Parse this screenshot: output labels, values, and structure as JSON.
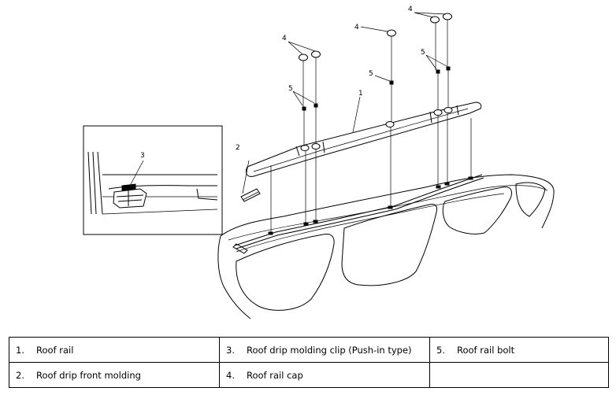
{
  "callouts": {
    "c1": "1",
    "c2": "2",
    "c3": "3",
    "c4a": "4",
    "c4b": "4",
    "c4c": "4",
    "c5a": "5",
    "c5b": "5",
    "c5c": "5"
  },
  "legend": [
    [
      {
        "num": "1.",
        "label": "Roof rail"
      },
      {
        "num": "3.",
        "label": "Roof drip molding clip (Push-in type)"
      },
      {
        "num": "5.",
        "label": "Roof rail bolt"
      }
    ],
    [
      {
        "num": "2.",
        "label": "Roof drip front molding"
      },
      {
        "num": "4.",
        "label": "Roof rail cap"
      },
      {
        "num": "",
        "label": ""
      }
    ]
  ]
}
